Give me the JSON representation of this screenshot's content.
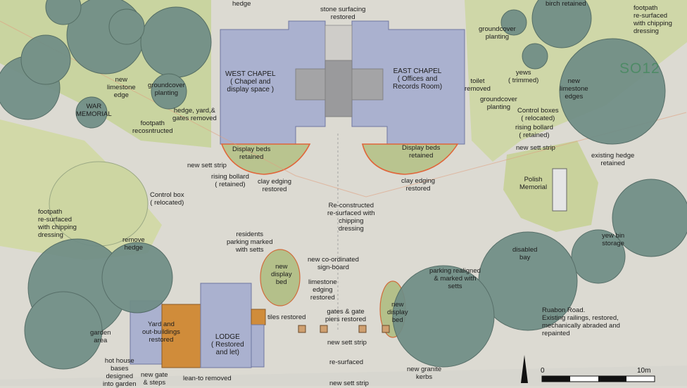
{
  "sheet_code": "SO12",
  "colors": {
    "chapel": "#aab1cf",
    "paving": "#a4a4a6",
    "lawn": "#cfd8a6",
    "tree": "#6f8d86",
    "beds": "#b6c58c",
    "edging": "#e0653a",
    "outbuilding": "#d08c3a"
  },
  "labels": {
    "stone_surfacing": "stone surfacing\nrestored",
    "west_chapel": "WEST CHAPEL\n( Chapel and\ndisplay space )",
    "east_chapel": "EAST CHAPEL\n( Offices and\nRecords Room)",
    "birch": "birch retained",
    "footpath_ne": "footpath\nre-surfaced\nwith chipping\ndressing",
    "groundcover_top": "groundcover\nplanting",
    "toilet": "toilet\nremoved",
    "yews": "yews\n( trimmed)",
    "groundcover_right": "groundcover\nplanting",
    "new_limestone_edge_left": "new\nlimestone\nedge",
    "groundcover_left": "groundcover\nplanting",
    "new_limestone_edges_right": "new\nlimestone\nedges",
    "war_memorial": "WAR\nMEMORIAL",
    "hedge_yard": "hedge, yard,&\ngates removed",
    "footpath_recon": "footpath\nrecosntructed",
    "display_beds_left": "Display beds\nretained",
    "display_beds_right": "Display beds\nretained",
    "control_boxes": "Control boxes\n( relocated)",
    "rising_bollard_right": "rising bollard\n( retained)",
    "new_sett_strip_right": "new sett strip",
    "existing_hedge": "existing hedge\nretained",
    "new_sett_strip_left": "new sett strip",
    "rising_bollard_left": "rising bollard\n( retained)",
    "clay_edging_left": "clay edging\nrestored",
    "clay_edging_right": "clay edging\nrestored",
    "polish_memorial": "Polish\nMemorial",
    "control_box": "Control box\n( relocated)",
    "reconstructed": "Re-constructed\nre-surfaced with\nchipping\ndressing",
    "footpath_w": "footpath\nre-surfaced\nwith chipping\ndressing",
    "remove_hedge": "remove\nhedge",
    "residents_parking": "residents\nparking marked\nwith setts",
    "disabled_bay": "disabled\nbay",
    "new_display_bed_left": "new\ndisplay\nbed",
    "signboard": "new co-ordinated\nsign-board",
    "limestone_edging": "limestone\nedging\nrestored",
    "parking_realigned": "parking realigned\n& marked with\nsetts",
    "new_display_bed_right": "new\ndisplay\nbed",
    "yard_outbuildings": "Yard and\nout-buildings\nrestored",
    "tiles_restored": "tiles restored",
    "gates_piers": "gates & gate\npiers restored",
    "lodge": "LODGE\n( Restored\nand let)",
    "garden_area": "garden\narea",
    "hot_house": "hot house\nbases\ndesigned\ninto garden",
    "new_sett_strip_bottom": "new sett strip",
    "re_surfaced": "re-surfaced",
    "ruabon_road": "Ruabon Road.\nExisting railings, restored,\nmechanically abraded and\nrepainted",
    "new_gate_steps": "new gate\n& steps",
    "lean_to": "lean-to removed",
    "new_granite_kerbs": "new granite\nkerbs",
    "new_sett_strip_bottom2": "new sett strip",
    "hedge_top": "hedge",
    "yew_bin_storage": "yew bin\nstorage"
  },
  "scale": {
    "start": "0",
    "end": "10m"
  }
}
